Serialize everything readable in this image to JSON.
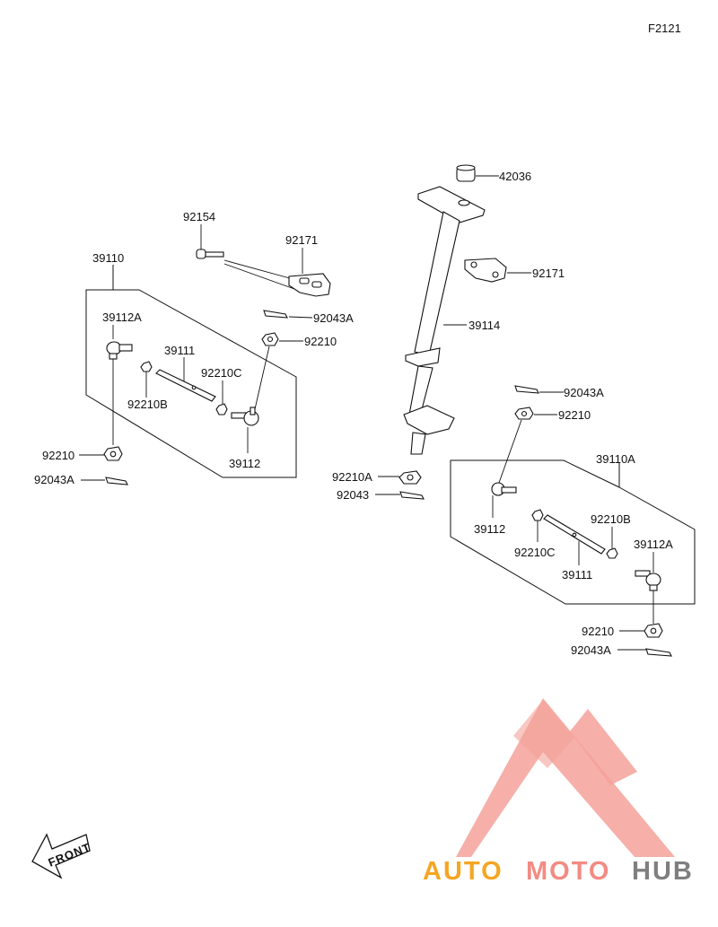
{
  "figure_code": "F2121",
  "callouts": {
    "c42036": "42036",
    "c92154": "92154",
    "c92171_left": "92171",
    "c92171_right": "92171",
    "c39110": "39110",
    "c92043a_1": "92043A",
    "c39114": "39114",
    "c39112a_left": "39112A",
    "c92210_1": "92210",
    "c39111_left": "39111",
    "c92210c_left": "92210C",
    "c92210b_left": "92210B",
    "c92043a_2": "92043A",
    "c92210_2": "92210",
    "c92210_3": "92210",
    "c92043a_3": "92043A",
    "c39112_left": "39112",
    "c92210a": "92210A",
    "c92043": "92043",
    "c39110a": "39110A",
    "c39112_right": "39112",
    "c92210b_right": "92210B",
    "c39112a_right": "39112A",
    "c92210c_right": "92210C",
    "c39111_right": "39111",
    "c92210_4": "92210",
    "c92043a_4": "92043A"
  },
  "front_label": "FRONT",
  "watermark": {
    "text_auto": "AUTO",
    "text_moto": "MOTO",
    "text_hub": "HUB",
    "color_auto": "#f5a623",
    "color_moto": "#f28b82",
    "color_hub": "#7f7f7f",
    "logo_color": "#f4a19a"
  }
}
